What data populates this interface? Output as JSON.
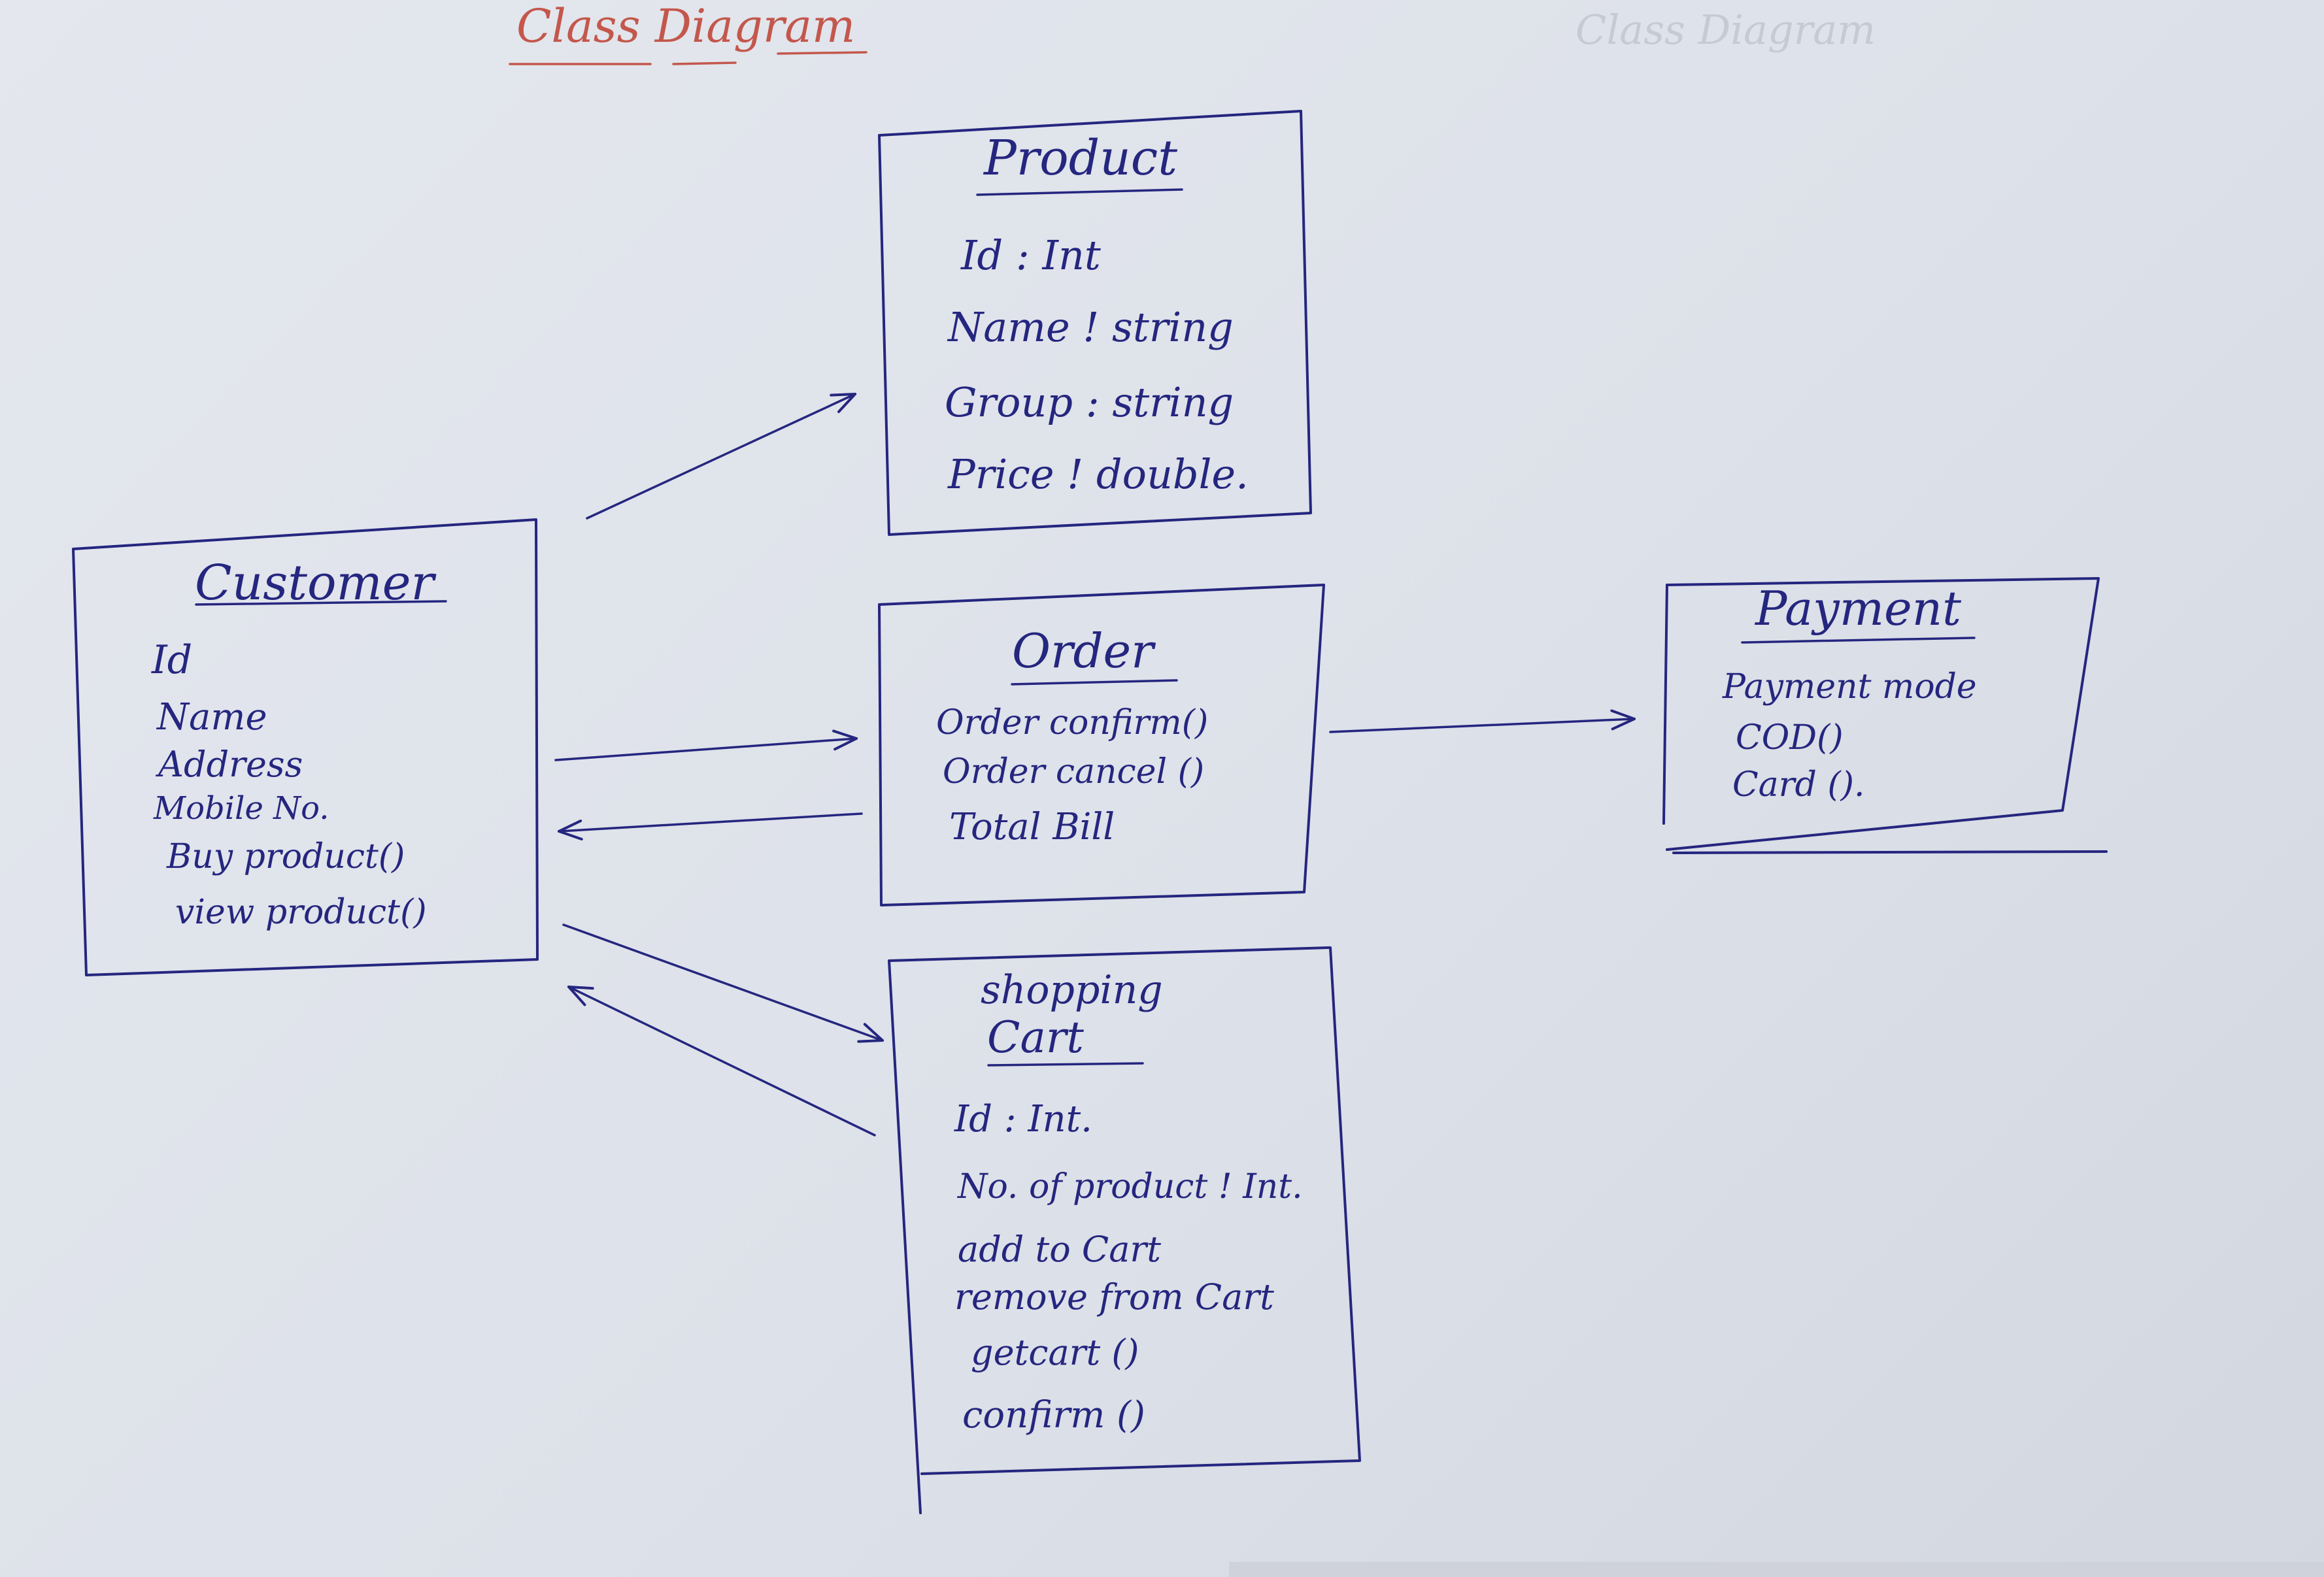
{
  "title": "Class Diagram",
  "ghost_title": "Class Diagram",
  "classes": {
    "product": {
      "name": "Product",
      "members": [
        "Id  :  Int",
        "Name  ! string",
        "Group  :  string",
        "Price  !   double."
      ]
    },
    "customer": {
      "name": "Customer",
      "members": [
        "Id",
        "Name",
        "Address",
        "Mobile No.",
        "Buy product()",
        "view product()"
      ]
    },
    "order": {
      "name": "Order",
      "members": [
        "Order confirm()",
        "Order cancel ()",
        "Total Bill"
      ]
    },
    "payment": {
      "name": "Payment",
      "members": [
        "Payment mode",
        "COD()",
        "Card ()."
      ]
    },
    "shopping_cart": {
      "name_line1": "shopping",
      "name_line2": "Cart",
      "members": [
        "Id :  Int.",
        "No. of product ! Int.",
        "add to Cart",
        "remove from Cart",
        "getcart ()",
        "confirm ()"
      ]
    }
  },
  "colors": {
    "ink": "#25267f",
    "title": "#c4574c",
    "paper": "#e1e4eb"
  }
}
